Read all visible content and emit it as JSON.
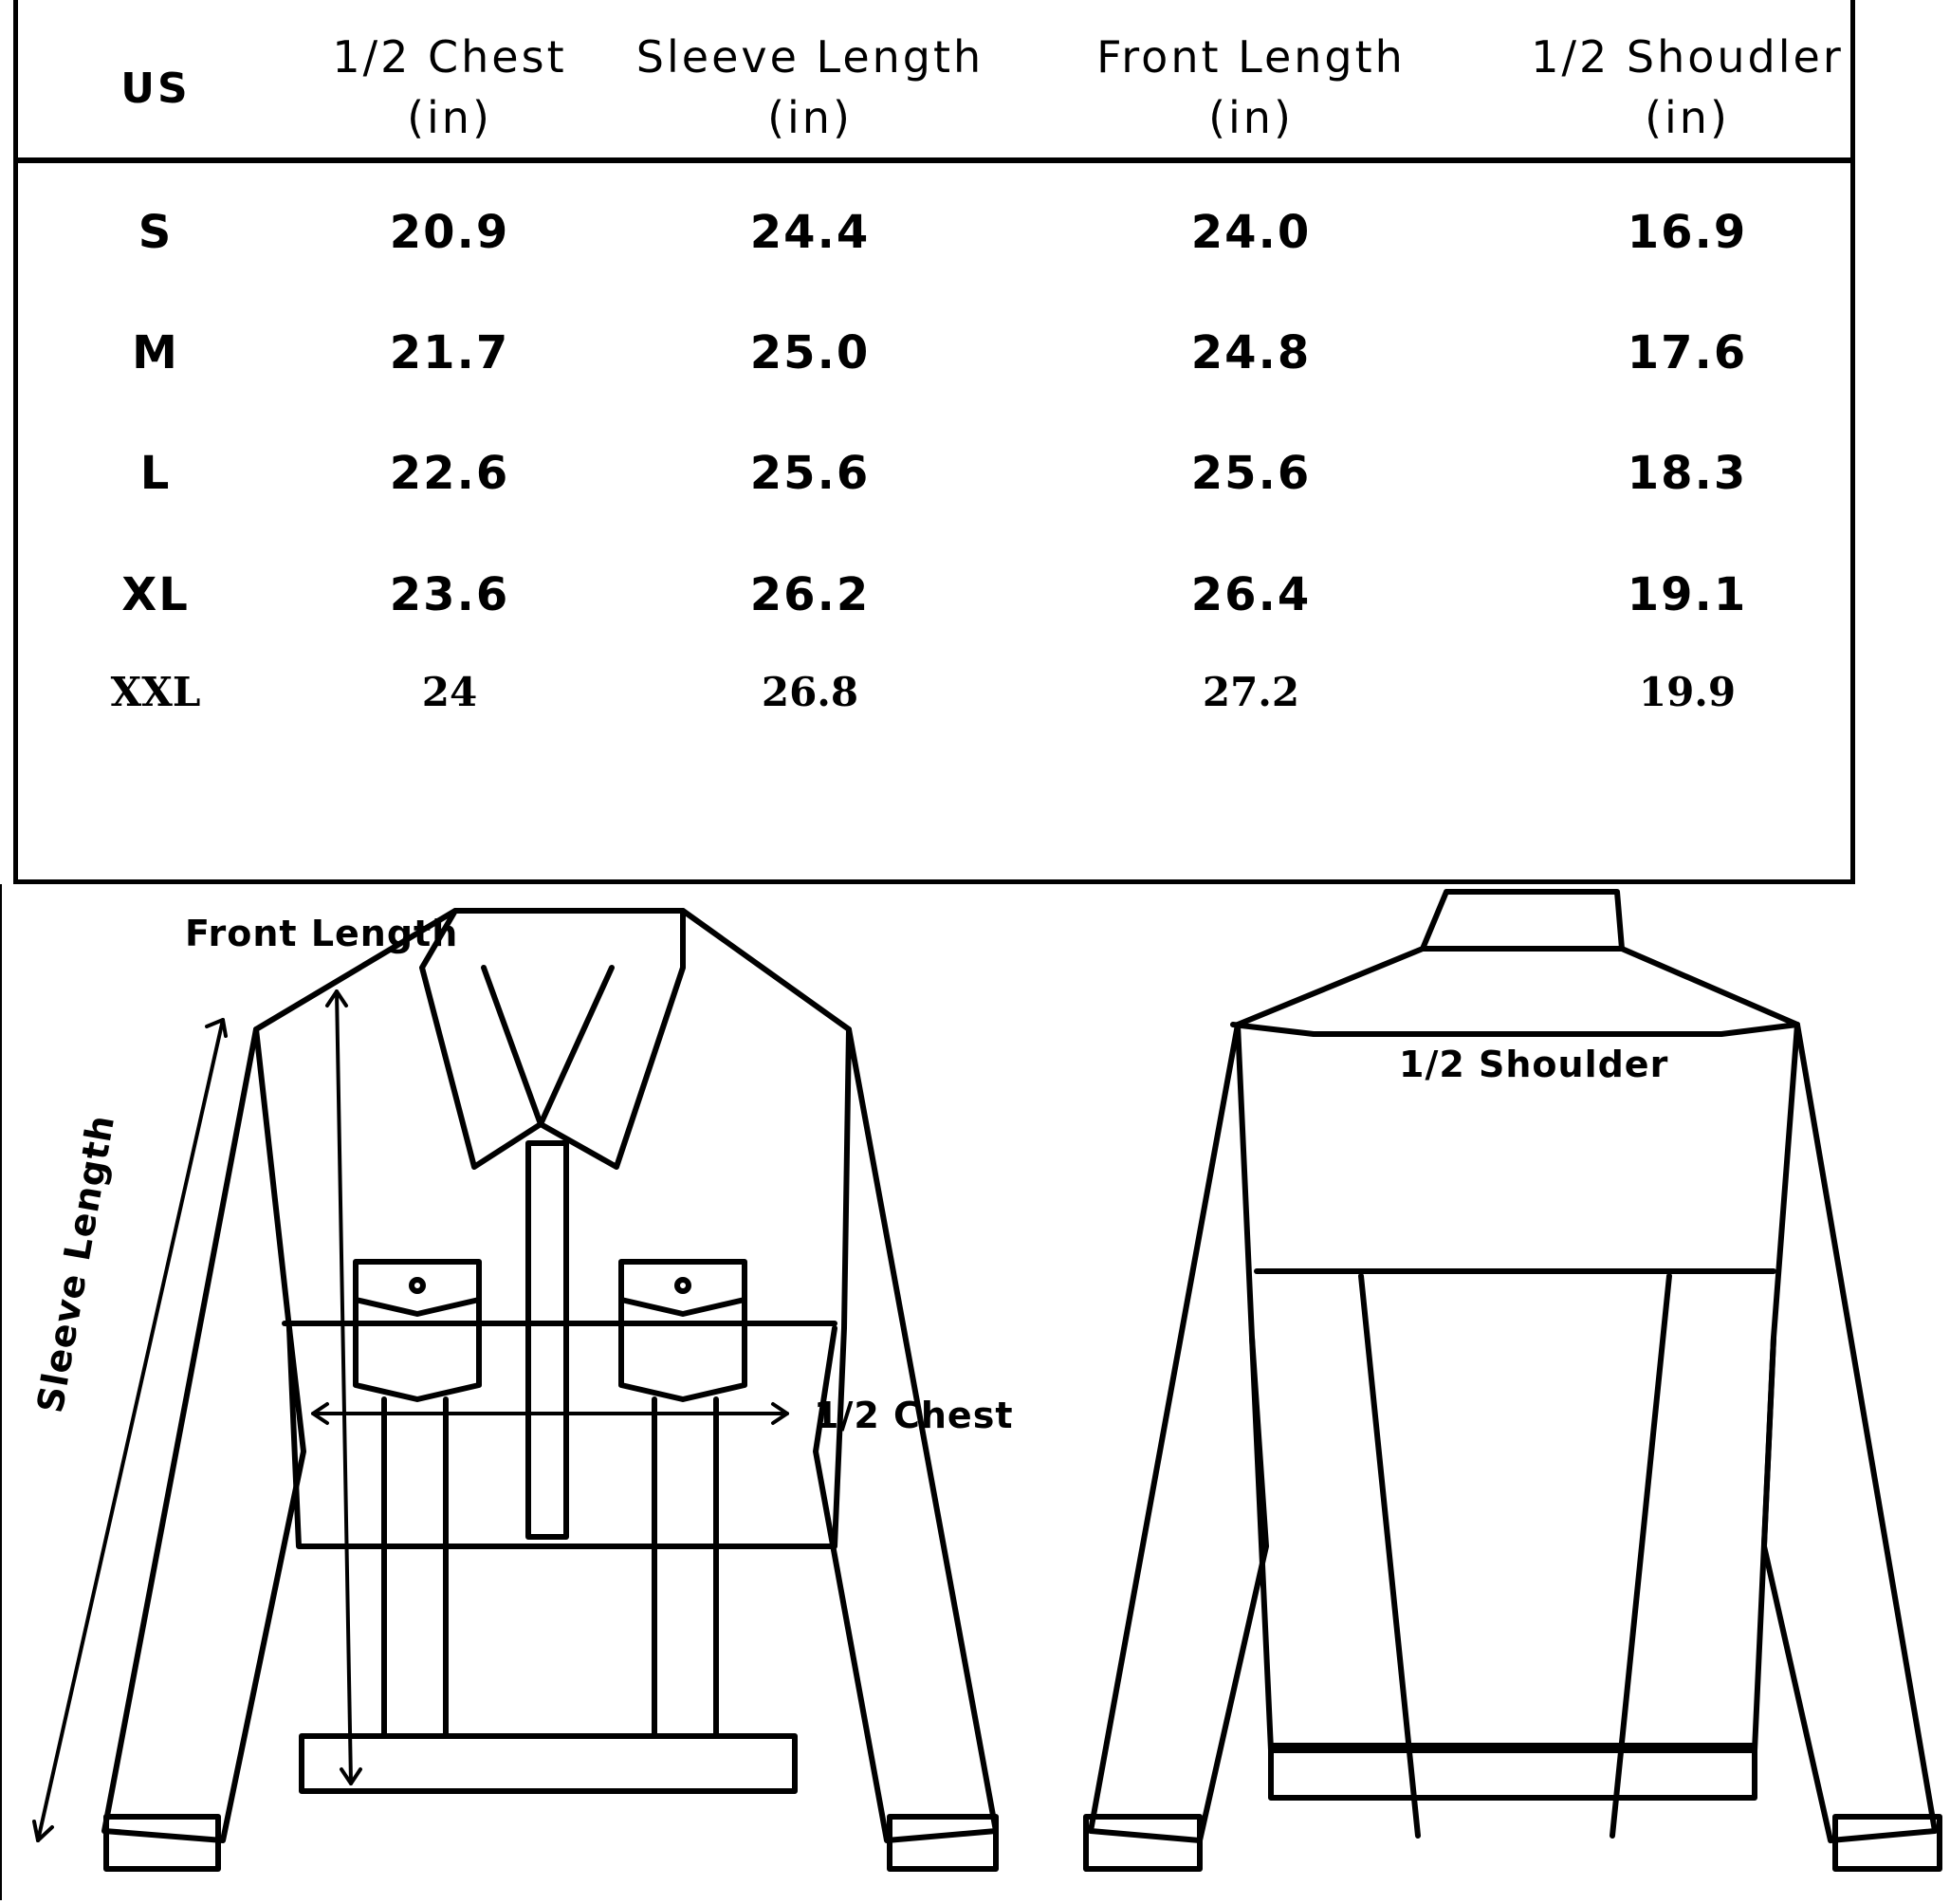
{
  "table": {
    "headers": [
      {
        "line1": "US",
        "line2": ""
      },
      {
        "line1": "1/2 Chest",
        "line2": "(in)"
      },
      {
        "line1": "Sleeve Length",
        "line2": "(in)"
      },
      {
        "line1": "Front Length",
        "line2": "(in)"
      },
      {
        "line1": "1/2 Shoudler",
        "line2": "(in)"
      }
    ],
    "rows": [
      [
        "S",
        "20.9",
        "24.4",
        "24.0",
        "16.9"
      ],
      [
        "M",
        "21.7",
        "25.0",
        "24.8",
        "17.6"
      ],
      [
        "L",
        "22.6",
        "25.6",
        "25.6",
        "18.3"
      ],
      [
        "XL",
        "23.6",
        "26.2",
        "26.4",
        "19.1"
      ],
      [
        "XXL",
        "24",
        "26.8",
        "27.2",
        "19.9"
      ]
    ]
  },
  "diagram": {
    "front_length_label": "Front Length",
    "sleeve_length_label": "Sleeve Length",
    "chest_label": "1/2 Chest",
    "shoulder_label": "1/2 Shoulder"
  }
}
